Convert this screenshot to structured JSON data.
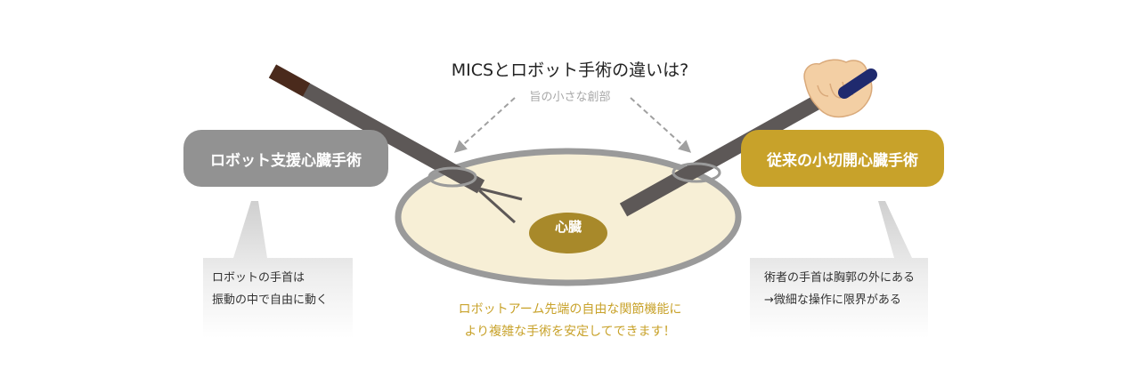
{
  "title": "MICSとロボット手術の違いは?",
  "subtitle": "旨の小さな創部",
  "heart": "心臓",
  "left": {
    "label": "ロボット支援心臓手術",
    "note": [
      "ロボットの手首は",
      "振動の中で自由に動く"
    ]
  },
  "right": {
    "label": "従来の小切開心臓手術",
    "note": [
      "術者の手首は胸郭の外にある",
      "→微細な操作に限界がある"
    ]
  },
  "bottom": [
    "ロボットアーム先端の自由な関節機能に",
    "より複雑な手術を安定してできます！"
  ],
  "colors": {
    "gray": "#929292",
    "gold": "#c8a22a",
    "heart": "#a8892a",
    "cavity_fill": "#f7efd6",
    "instrument": "#5d5857",
    "grip": "#1f2a6e"
  }
}
